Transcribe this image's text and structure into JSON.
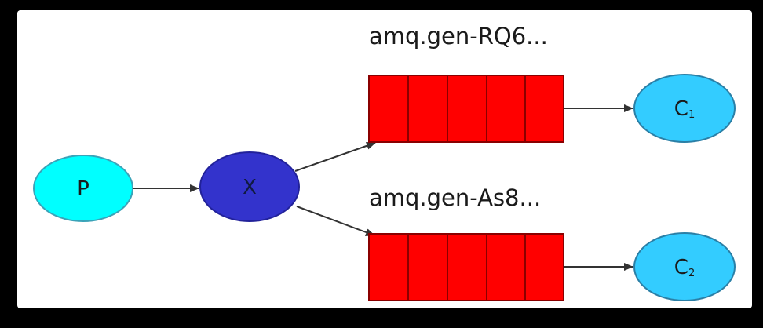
{
  "diagram": {
    "producer": {
      "label": "P",
      "fill": "#00ffff",
      "stroke": "#3aa3b8"
    },
    "exchange": {
      "label": "X",
      "fill": "#3333cc",
      "stroke": "#22229a"
    },
    "queues": [
      {
        "label": "amq.gen-RQ6...",
        "fill": "#ff0000",
        "stroke": "#8a0000"
      },
      {
        "label": "amq.gen-As8...",
        "fill": "#ff0000",
        "stroke": "#8a0000"
      }
    ],
    "consumers": [
      {
        "label": "C",
        "subscript": "1",
        "fill": "#33ccff",
        "stroke": "#2a7fa6"
      },
      {
        "label": "C",
        "subscript": "2",
        "fill": "#33ccff",
        "stroke": "#2a7fa6"
      }
    ],
    "colors": {
      "background": "#ffffff",
      "outer_frame": "#000000",
      "arrow": "#333333"
    }
  }
}
